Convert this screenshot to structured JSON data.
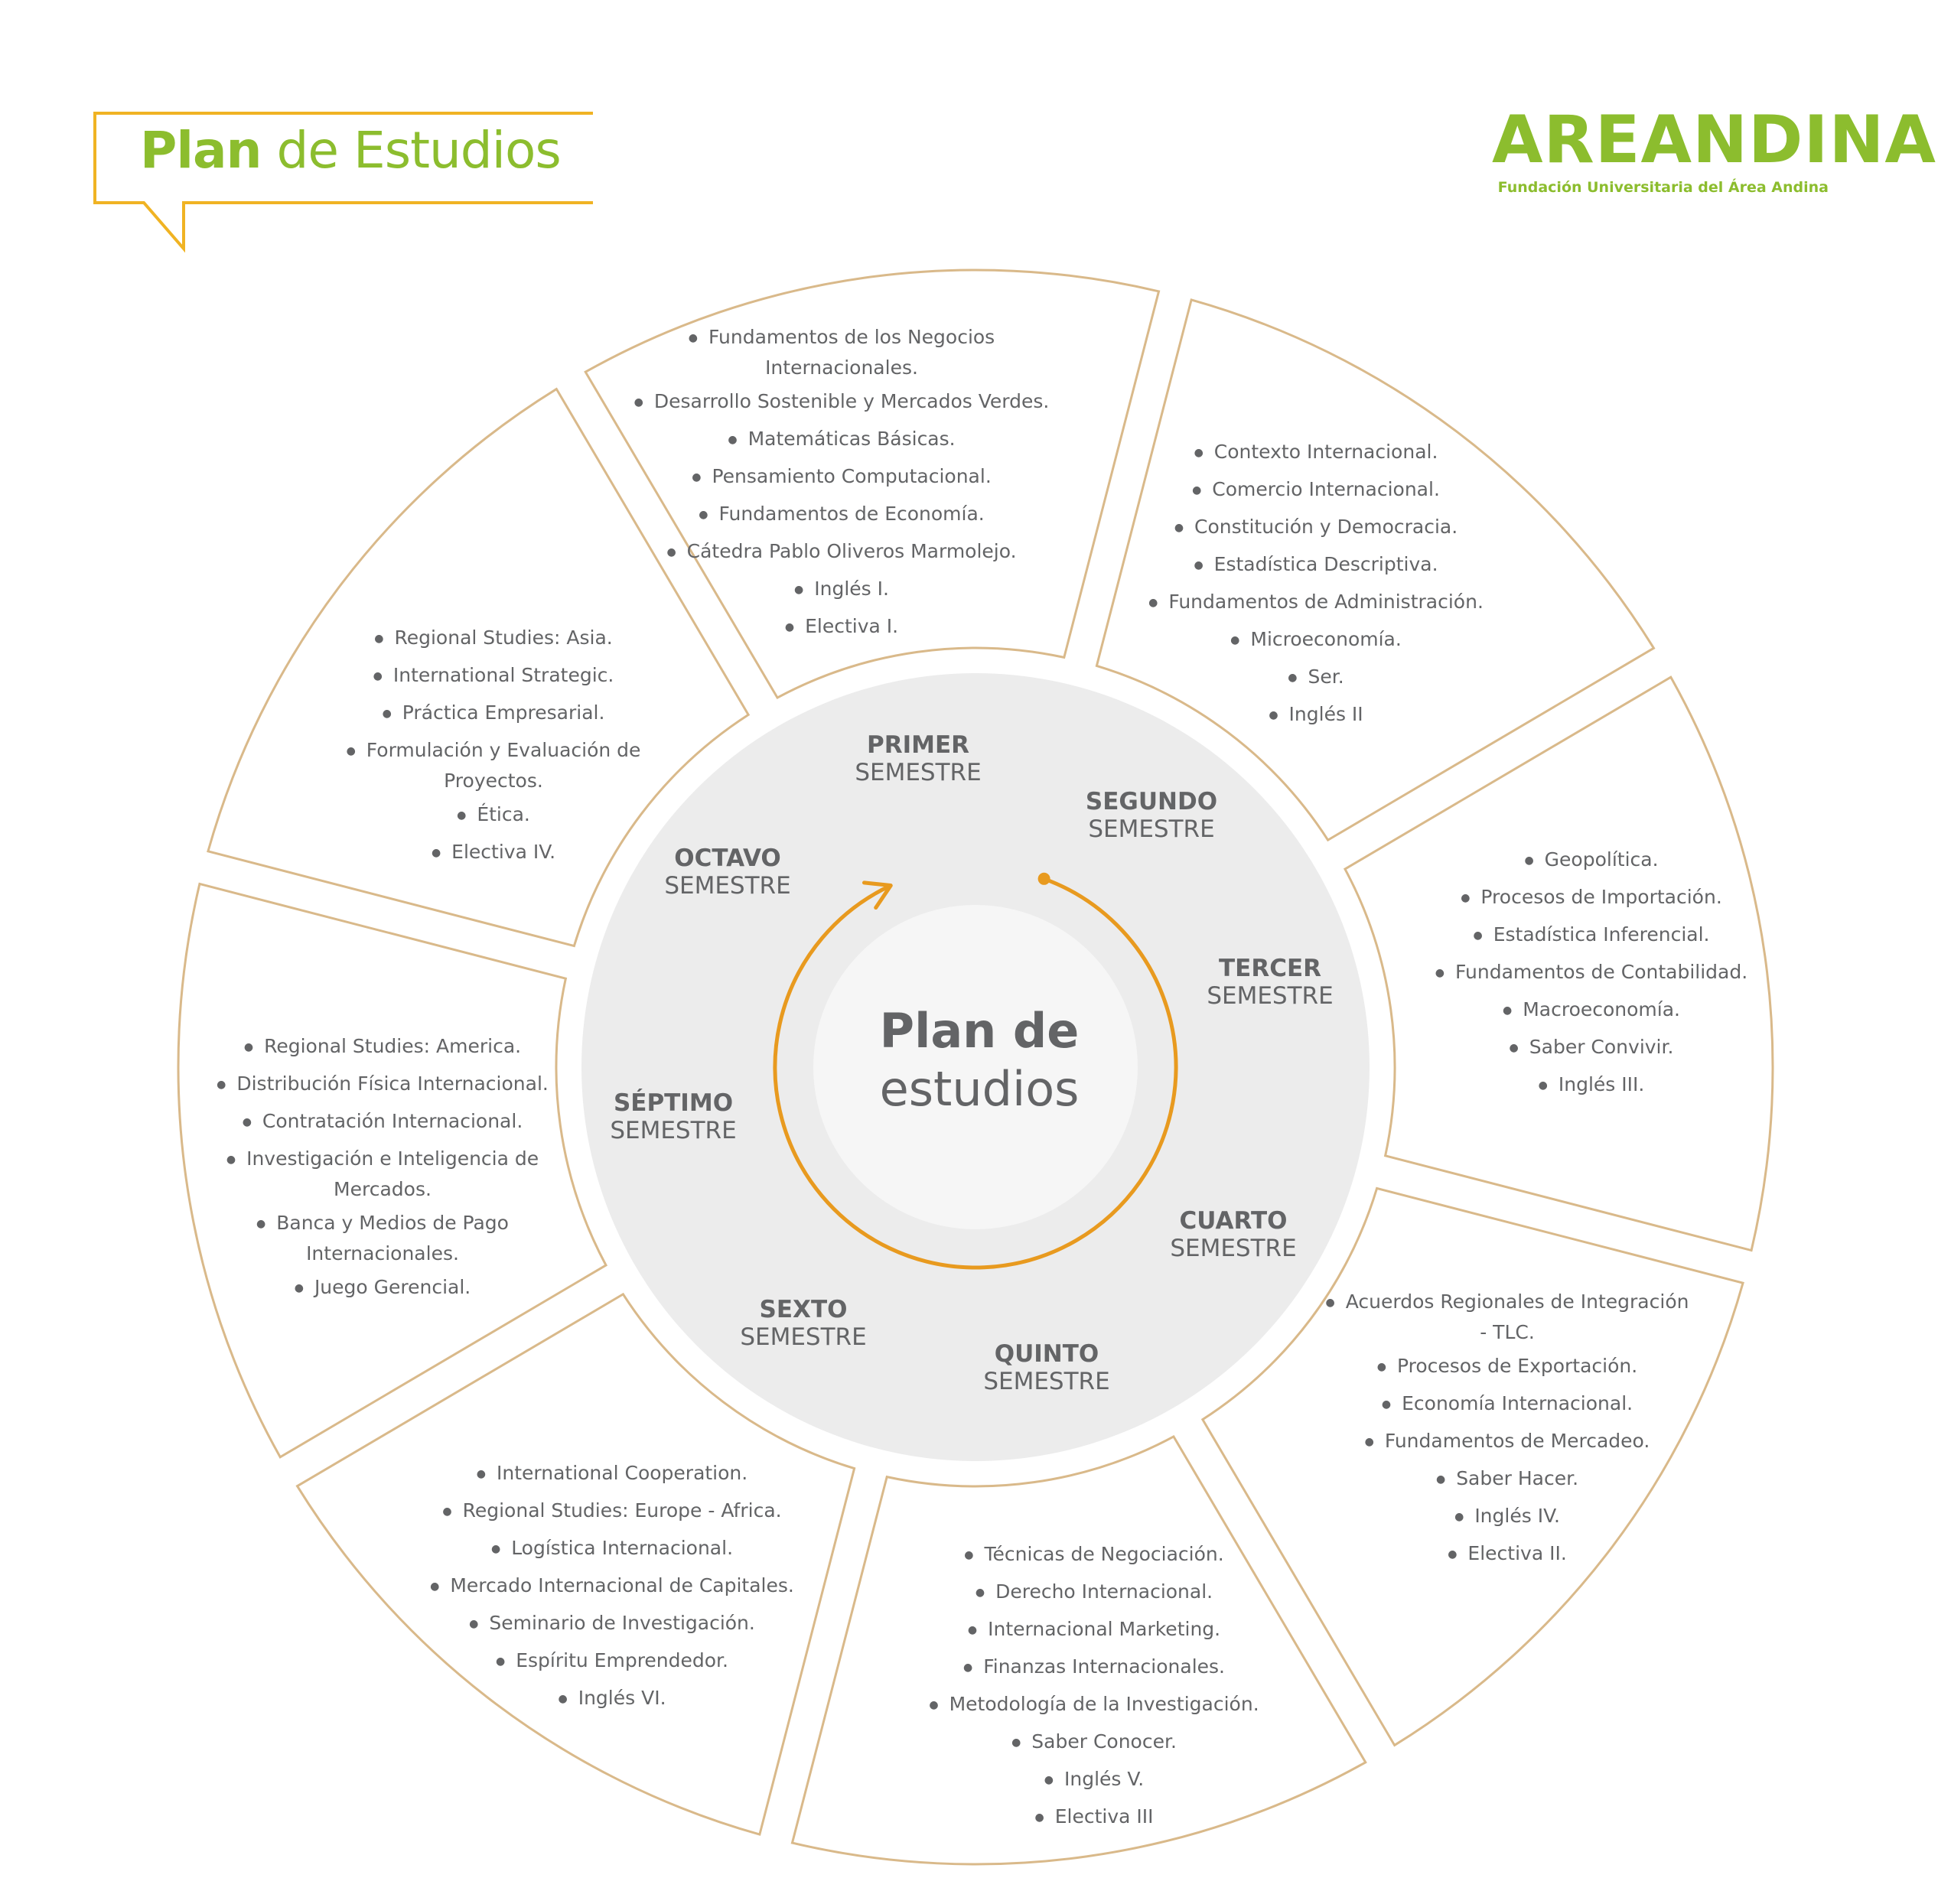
{
  "header": {
    "title_bold": "Plan",
    "title_rest": " de Estudios"
  },
  "logo": {
    "name": "AREANDINA",
    "subtitle": "Fundación Universitaria del Área Andina"
  },
  "center": {
    "line1": "Plan de",
    "line2": "estudios"
  },
  "colors": {
    "brand_green": "#8cbd2e",
    "accent_orange": "#e89a1f",
    "card_border": "#d9b98a",
    "inner_disk": "#ececec",
    "center_disk": "#f6f6f6",
    "text_gray": "#636466"
  },
  "semesters": [
    {
      "ordinal": "PRIMER",
      "label": "SEMESTRE",
      "courses": [
        "Fundamentos de los Negocios Internacionales.",
        "Desarrollo Sostenible y Mercados Verdes.",
        "Matemáticas Básicas.",
        "Pensamiento Computacional.",
        "Fundamentos de Economía.",
        "Cátedra Pablo Oliveros Marmolejo.",
        "Inglés I.",
        "Electiva I."
      ]
    },
    {
      "ordinal": "SEGUNDO",
      "label": "SEMESTRE",
      "courses": [
        "Contexto Internacional.",
        "Comercio Internacional.",
        "Constitución y Democracia.",
        "Estadística Descriptiva.",
        "Fundamentos de Administración.",
        "Microeconomía.",
        "Ser.",
        "Inglés II"
      ]
    },
    {
      "ordinal": "TERCER",
      "label": "SEMESTRE",
      "courses": [
        "Geopolítica.",
        "Procesos de Importación.",
        "Estadística Inferencial.",
        "Fundamentos de Contabilidad.",
        "Macroeconomía.",
        "Saber Convivir.",
        "Inglés III."
      ]
    },
    {
      "ordinal": "CUARTO",
      "label": "SEMESTRE",
      "courses": [
        "Acuerdos Regionales de Integración - TLC.",
        "Procesos de Exportación.",
        "Economía Internacional.",
        "Fundamentos de Mercadeo.",
        "Saber Hacer.",
        "Inglés IV.",
        "Electiva II."
      ]
    },
    {
      "ordinal": "QUINTO",
      "label": "SEMESTRE",
      "courses": [
        "Técnicas de Negociación.",
        "Derecho Internacional.",
        "Internacional Marketing.",
        "Finanzas Internacionales.",
        "Metodología de la Investigación.",
        "Saber Conocer.",
        "Inglés V.",
        "Electiva III"
      ]
    },
    {
      "ordinal": "SEXTO",
      "label": "SEMESTRE",
      "courses": [
        "International Cooperation.",
        "Regional Studies: Europe - Africa.",
        "Logística Internacional.",
        "Mercado Internacional de Capitales.",
        "Seminario de Investigación.",
        "Espíritu Emprendedor.",
        "Inglés VI."
      ]
    },
    {
      "ordinal": "SÉPTIMO",
      "label": "SEMESTRE",
      "courses": [
        "Regional Studies: America.",
        "Distribución Física Internacional.",
        "Contratación Internacional.",
        "Investigación e Inteligencia de Mercados.",
        "Banca y Medios de Pago Internacionales.",
        "Juego Gerencial."
      ]
    },
    {
      "ordinal": "OCTAVO",
      "label": "SEMESTRE",
      "courses": [
        "Regional Studies: Asia.",
        "International Strategic.",
        "Práctica Empresarial.",
        "Formulación y Evaluación de Proyectos.",
        "Ética.",
        "Electiva IV."
      ]
    }
  ]
}
